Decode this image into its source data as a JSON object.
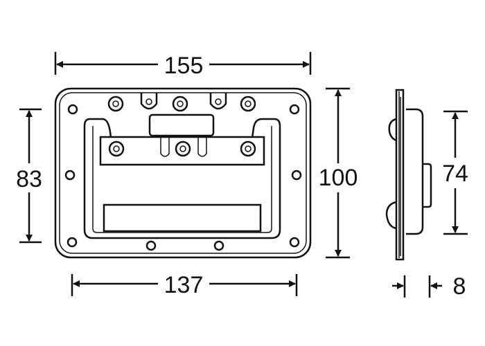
{
  "drawing": {
    "dimensions": {
      "overall_width": "155",
      "mounting_height": "83",
      "overall_height": "100",
      "mounting_width": "137",
      "side_height": "74",
      "depth": "8"
    },
    "colors": {
      "line": "#111111",
      "background": "#ffffff"
    }
  }
}
